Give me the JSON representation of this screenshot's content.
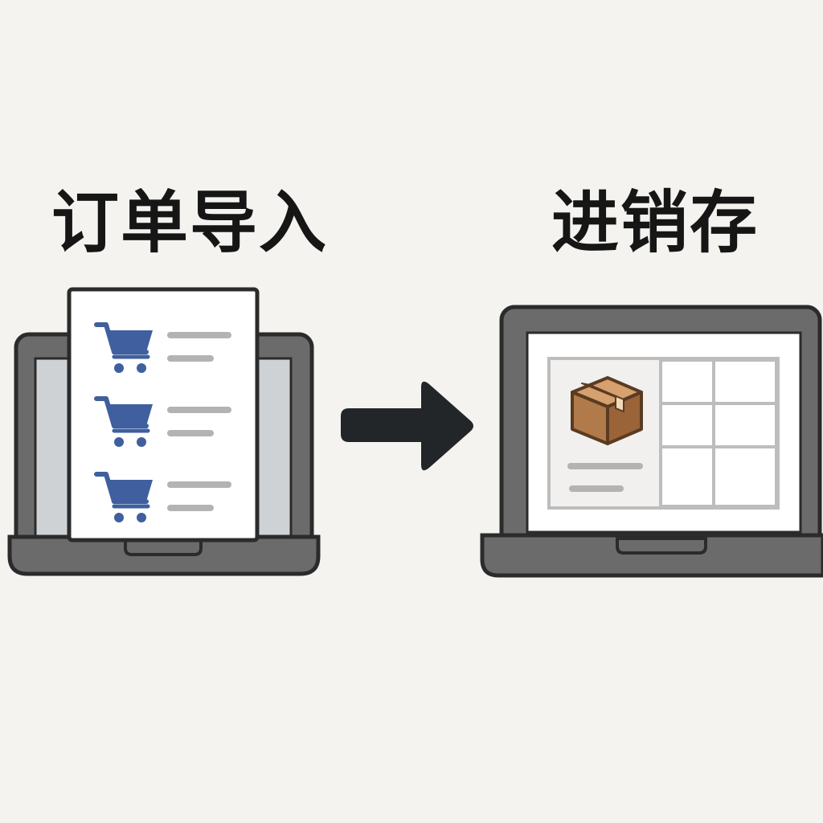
{
  "titles": {
    "left": "订单导入",
    "right": "进销存"
  },
  "icons": {
    "left_laptop": "laptop-icon",
    "order_document": "document-icon",
    "cart": "shopping-cart-icon",
    "arrow": "arrow-right-icon",
    "right_laptop": "laptop-icon",
    "box": "package-box-icon"
  },
  "colors": {
    "background": "#f4f3ef",
    "laptop_body": "#6b6b6b",
    "outline": "#2b2b2b",
    "cart_blue": "#3f5f9e",
    "box_brown": "#b07a4a",
    "line_gray": "#b3b3b3",
    "grid_gray": "#bdbdbd",
    "arrow": "#232629"
  },
  "order_list": {
    "item_count": 3
  }
}
